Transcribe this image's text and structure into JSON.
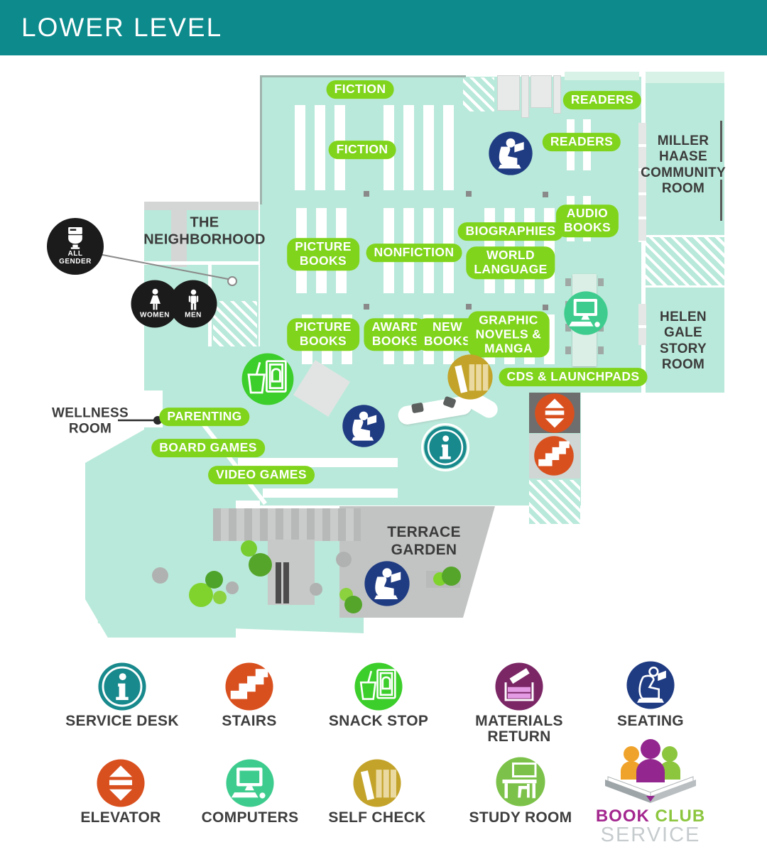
{
  "header": {
    "title": "LOWER LEVEL"
  },
  "map": {
    "pills": [
      "FICTION",
      "FICTION",
      "READERS",
      "READERS",
      "AUDIO\nBOOKS",
      "BIOGRAPHIES",
      "NONFICTION",
      "WORLD\nLANGUAGE",
      "PICTURE\nBOOKS",
      "PICTURE\nBOOKS",
      "AWARD\nBOOKS",
      "NEW\nBOOKS",
      "GRAPHIC\nNOVELS &\nMANGA",
      "CDS & LAUNCHPADS",
      "PARENTING",
      "BOARD GAMES",
      "VIDEO GAMES"
    ],
    "rooms": {
      "neighborhood": "THE\nNEIGHBORHOOD",
      "miller_haase": "MILLER\nHAASE\nCOMMUNITY\nROOM",
      "helen_gale": "HELEN\nGALE\nSTORY\nROOM",
      "wellness": "WELLNESS\nROOM",
      "terrace": "TERRACE\nGARDEN"
    },
    "restrooms": {
      "all_gender": "ALL\nGENDER",
      "women": "WOMEN",
      "men": "MEN"
    }
  },
  "legend": [
    {
      "label": "SERVICE DESK",
      "color": "#18898c"
    },
    {
      "label": "STAIRS",
      "color": "#d9501f"
    },
    {
      "label": "SNACK STOP",
      "color": "#3cce2b"
    },
    {
      "label": "MATERIALS\nRETURN",
      "color": "#7b2766"
    },
    {
      "label": "SEATING",
      "color": "#1f3b82"
    },
    {
      "label": "ELEVATOR",
      "color": "#d9501f"
    },
    {
      "label": "COMPUTERS",
      "color": "#3ecc8e"
    },
    {
      "label": "SELF CHECK",
      "color": "#c3a32a"
    },
    {
      "label": "STUDY ROOM",
      "color": "#7cc24a"
    }
  ],
  "logo": {
    "book": "BOOK",
    "club": "CLUB",
    "service": "SERVICE"
  },
  "colors": {
    "header_teal": "#0d8a8c",
    "map_mint": "#b9e9da",
    "label_green": "#80d41c",
    "seating_navy": "#1f3b82",
    "stairs_orange": "#d9501f",
    "service_teal": "#18898c",
    "snack_green": "#3cce2b",
    "computers_green": "#3ecc8e",
    "selfcheck_gold": "#c3a32a",
    "materials_purple": "#7b2766",
    "study_green": "#7cc24a",
    "terrace_gray": "#c2c4c3",
    "restroom_black": "#1b1b1b",
    "logo_book": "#a3278f",
    "logo_club": "#8cc63f",
    "logo_service": "#c6cbcd"
  }
}
